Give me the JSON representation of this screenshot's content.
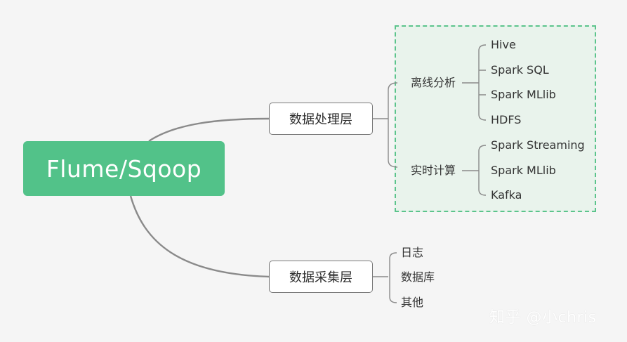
{
  "root": {
    "label": "Flume/Sqoop"
  },
  "processing": {
    "label": "数据处理层",
    "offline": {
      "label": "离线分析",
      "items": [
        "Hive",
        "Spark SQL",
        "Spark MLlib",
        "HDFS"
      ]
    },
    "realtime": {
      "label": "实时计算",
      "items": [
        "Spark Streaming",
        "Spark MLlib",
        "Kafka"
      ]
    }
  },
  "collection": {
    "label": "数据采集层",
    "items": [
      "日志",
      "数据库",
      "其他"
    ]
  },
  "watermark": {
    "text": "知乎 @小chris"
  },
  "colors": {
    "root_fill": "#52c289",
    "highlight_border": "#5cc48c",
    "highlight_fill": "#e9f3ec",
    "connector": "#8a8a8a"
  }
}
